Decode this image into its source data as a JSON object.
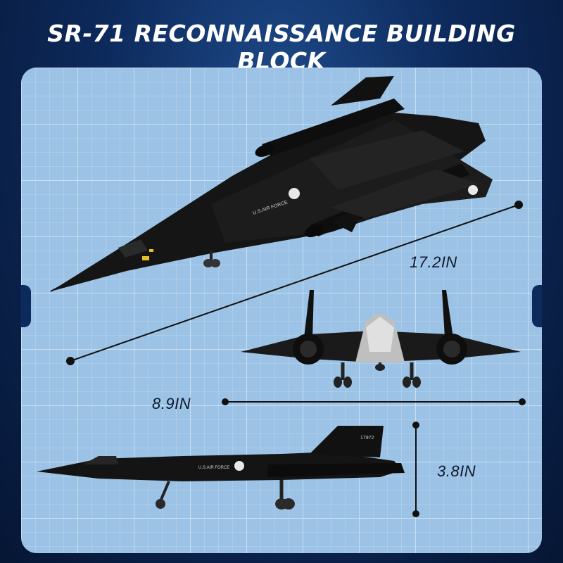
{
  "title": "SR-71 RECONNAISSANCE BUILDING BLOCK",
  "dimensions": {
    "length": "17.2IN",
    "wingspan": "8.9IN",
    "height": "3.8IN"
  },
  "markings": {
    "air_force": "U.S.AIR FORCE",
    "tail_number": "17972"
  },
  "colors": {
    "background": "#0d2a5c",
    "panel": "#9cc3e6",
    "aircraft": "#141414"
  }
}
